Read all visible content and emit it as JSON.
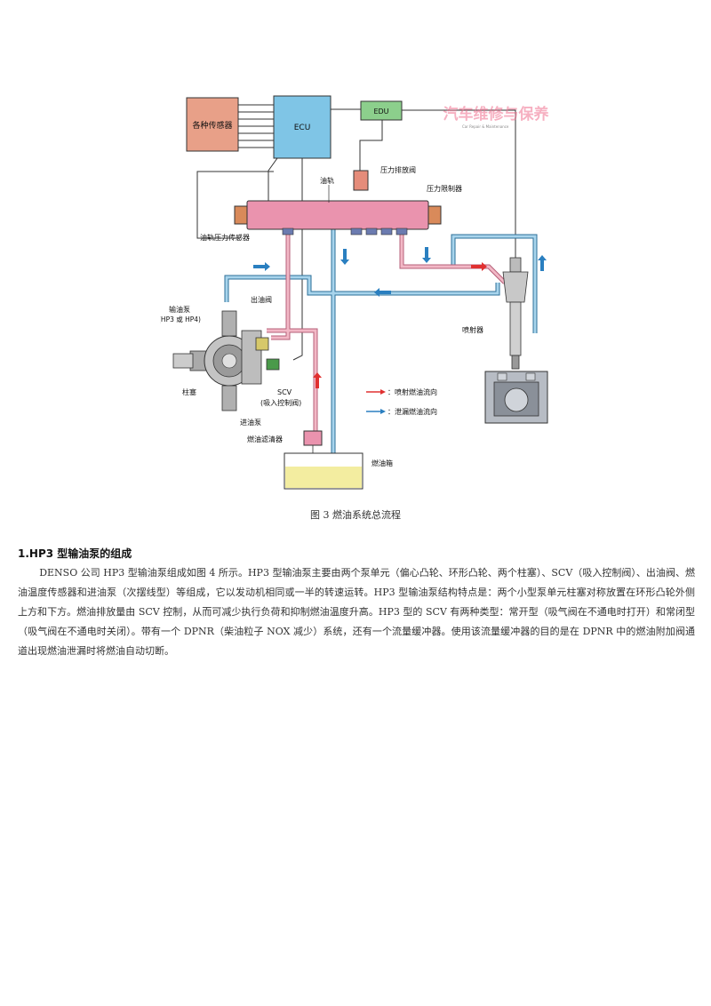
{
  "figure": {
    "labels": {
      "sensors": "各种传感器",
      "ecu": "ECU",
      "edu": "EDU",
      "pressure_discharge_valve": "压力排放阀",
      "rail": "油轨",
      "pressure_limiter": "压力限制器",
      "rail_pressure_sensor": "油轨压力传感器",
      "supply_pump": "输油泵",
      "supply_pump_model": "(HP3 或 HP4)",
      "outlet_valve": "出油阀",
      "plunger": "柱塞",
      "scv": "SCV",
      "scv_note": "(吸入控制阀)",
      "feed_pump": "进油泵",
      "fuel_filter": "燃油滤清器",
      "fuel_tank": "燃油箱",
      "injector": "喷射器",
      "legend_injection": "：喷射燃油流向",
      "legend_leak": "：泄漏燃油流向"
    },
    "watermark": {
      "text": "汽车维修与保养",
      "subtext": "Car Repair & Maintenance"
    },
    "colors": {
      "sensors_box": "#e8a088",
      "ecu_box": "#7fc5e6",
      "edu_box": "#8ccf8c",
      "rail": "#ea93ae",
      "injection_line": "#f2b8c6",
      "leak_line": "#a8d4ec",
      "tank_fuel": "#f3eda0",
      "arrow_red": "#e03030",
      "arrow_blue": "#2a7fc0"
    }
  },
  "caption": "图 3  燃油系统总流程",
  "section": {
    "heading": "1.HP3 型输油泵的组成",
    "paragraph": "DENSO 公司 HP3 型输油泵组成如图 4 所示。HP3 型输油泵主要由两个泵单元（偏心凸轮、环形凸轮、两个柱塞）、SCV（吸入控制阀）、出油阀、燃油温度传感器和进油泵（次摆线型）等组成，它以发动机相同或一半的转速运转。HP3 型输油泵结构特点是：两个小型泵单元柱塞对称放置在环形凸轮外侧上方和下方。燃油排放量由 SCV 控制，从而可减少执行负荷和抑制燃油温度升高。HP3 型的 SCV 有两种类型：常开型（吸气阀在不通电时打开）和常闭型（吸气阀在不通电时关闭）。带有一个 DPNR（柴油粒子 NOX 减少）系统，还有一个流量缓冲器。使用该流量缓冲器的目的是在 DPNR 中的燃油附加阀通道出现燃油泄漏时将燃油自动切断。"
  }
}
